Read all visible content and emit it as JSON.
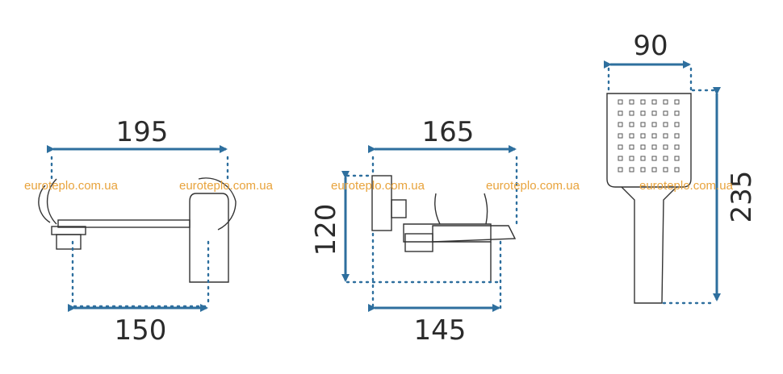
{
  "dimensions": {
    "spout_top": "195",
    "spout_bottom": "150",
    "side_top": "165",
    "side_height": "120",
    "side_bottom": "145",
    "shower_width": "90",
    "shower_height": "235"
  },
  "watermark": {
    "text": "euroteplo.com.ua"
  },
  "colors": {
    "dimension_line": "#2e6f9e",
    "outline": "#333333",
    "watermark": "#e8a33c"
  }
}
